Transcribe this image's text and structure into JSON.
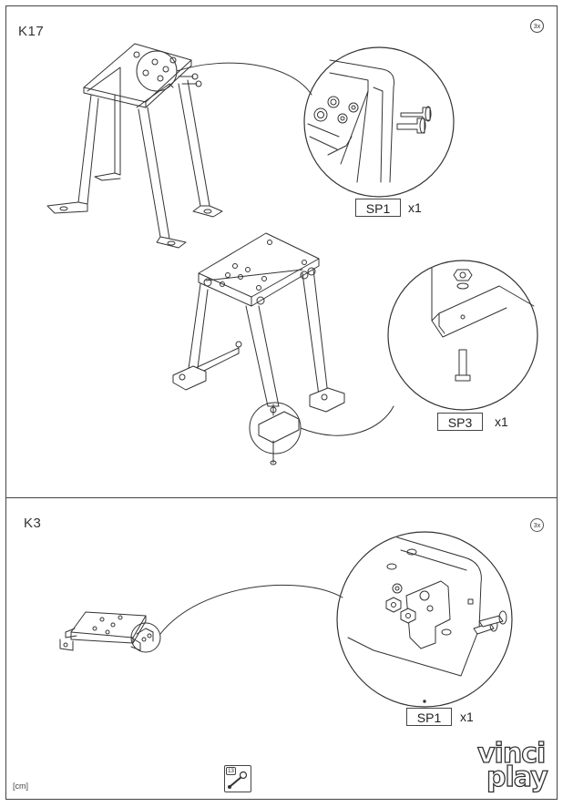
{
  "steps": [
    {
      "label": "K17",
      "quantity_badge": "3x",
      "parts": [
        {
          "code": "SP1",
          "qty": "x1"
        },
        {
          "code": "SP3",
          "qty": "x1"
        }
      ]
    },
    {
      "label": "K3",
      "quantity_badge": "3x",
      "parts": [
        {
          "code": "SP1",
          "qty": "x1"
        }
      ]
    }
  ],
  "footer": {
    "unit": "[cm]",
    "tool_number": "13",
    "brand_logo": "vinci play"
  },
  "icons": [
    "bolt-nut-assembly-icon",
    "wrench-tool-icon",
    "brand-logo"
  ],
  "colors": {
    "line": "#333333",
    "background": "#ffffff"
  }
}
